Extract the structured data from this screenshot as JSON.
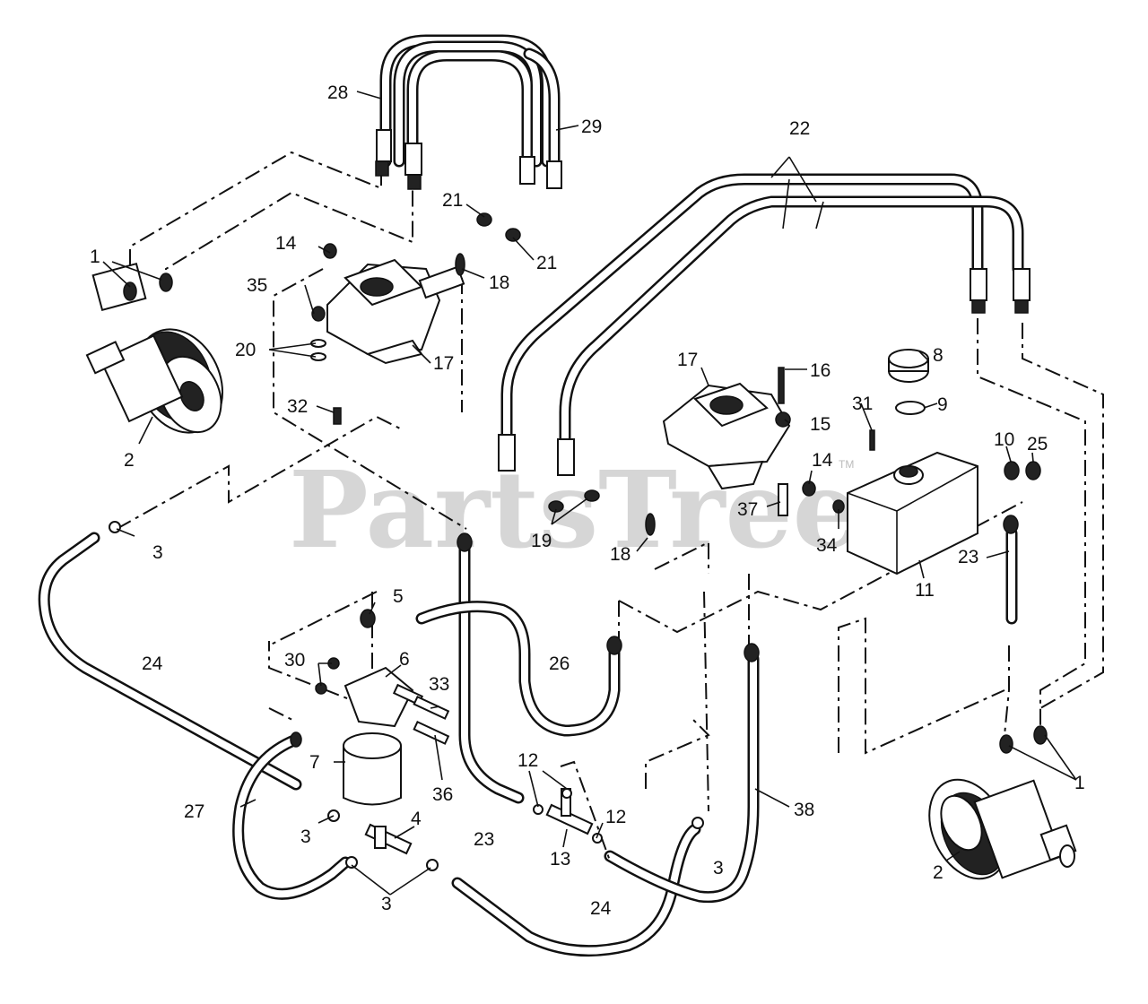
{
  "watermark": {
    "text": "PartsTree",
    "trademark": "TM"
  },
  "callouts": [
    "1",
    "2",
    "3",
    "4",
    "5",
    "6",
    "7",
    "8",
    "9",
    "10",
    "11",
    "12",
    "13",
    "14",
    "15",
    "16",
    "17",
    "18",
    "19",
    "20",
    "21",
    "22",
    "23",
    "24",
    "25",
    "26",
    "27",
    "28",
    "29",
    "30",
    "31",
    "32",
    "33",
    "34",
    "35",
    "36",
    "37",
    "38"
  ]
}
